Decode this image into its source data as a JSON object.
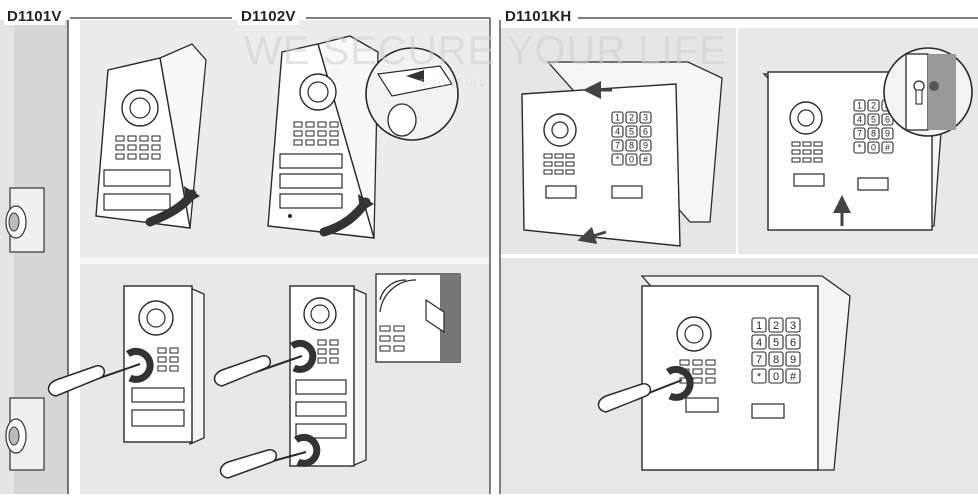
{
  "labels": {
    "d1101v": "D1101V",
    "d1102v": "D1102V",
    "d1101kh": "D1101KH"
  },
  "watermark": {
    "headline": "WE SECURE YOUR LIFE",
    "tagline": "D O O R B I R D"
  },
  "keypad": {
    "keys": [
      "1",
      "2",
      "3",
      "4",
      "5",
      "6",
      "7",
      "8",
      "9",
      "*",
      "0",
      "#"
    ]
  },
  "colors": {
    "outline": "#2a2a2a",
    "photo_background": "#e6e6e6",
    "panel_fill": "#ffffff",
    "screwdriver_grip": "#333333",
    "watermark": "#d4d4d4",
    "accent_arrow": "#444444"
  }
}
